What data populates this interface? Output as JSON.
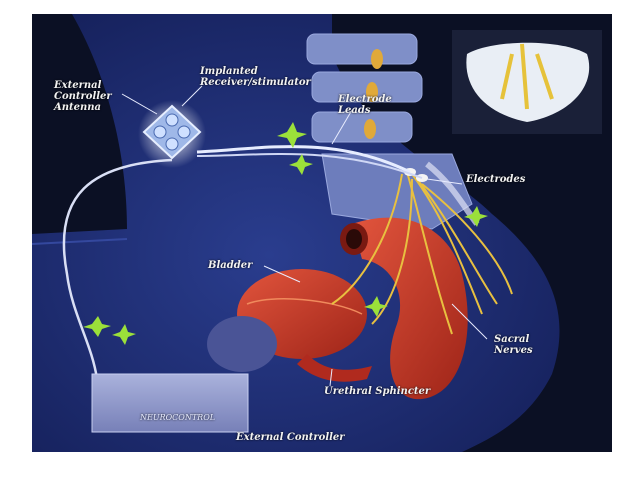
{
  "labels": {
    "external_controller_antenna": "External\nController\nAntenna",
    "implanted_receiver": "Implanted\nReceiver/stimulator",
    "electrode_leads": "Electrode\nLeads",
    "electrodes": "Electrodes",
    "bladder": "Bladder",
    "sacral_nerves": "Sacral\nNerves",
    "urethral_sphincter": "Urethral Sphincter",
    "external_controller": "External Controller"
  },
  "device_brand": "NEUROCONTROL",
  "colors": {
    "background": "#0b1024",
    "body": "#1e2f78",
    "muscle": "#c8362a",
    "nerve": "#e8c040",
    "spine": "#7f8fc8",
    "sparkle": "#9be03a"
  }
}
